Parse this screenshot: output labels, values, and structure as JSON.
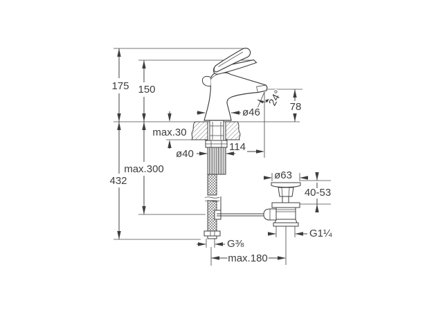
{
  "drawing": {
    "kind": "faucet technical dimension drawing",
    "colors": {
      "ink": "#3d3d3d",
      "background": "#ffffff"
    }
  },
  "labels": {
    "overall_height": "175",
    "handle_height": "150",
    "total_depth": "432",
    "hose_max_length": "max.300",
    "deck_max_thickness": "max.30",
    "body_diameter": "ø46",
    "spout_angle": "24°",
    "spout_outlet_height": "78",
    "mounting_hole_diameter": "ø40",
    "spout_reach": "114",
    "waste_flange_diameter": "ø63",
    "basin_thickness_range": "40-53",
    "waste_outlet_thread": "G1¼",
    "supply_hose_thread": "G⅜",
    "max_center_distance": "max.180"
  }
}
